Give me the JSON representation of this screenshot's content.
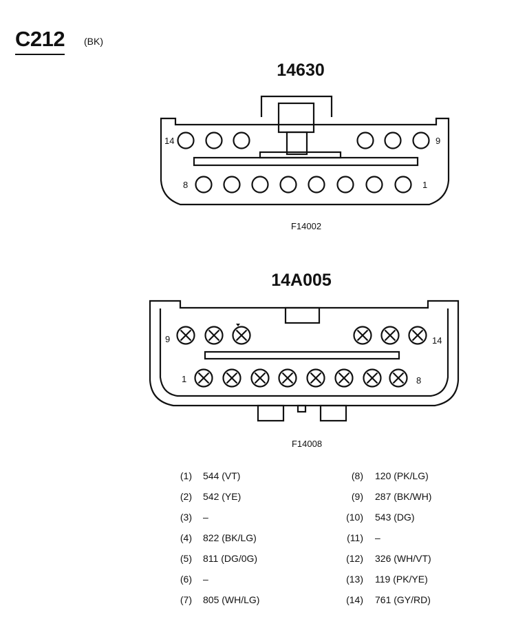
{
  "header": {
    "connector_id": "C212",
    "color_code": "(BK)"
  },
  "connector_top": {
    "title": "14630",
    "figure_id": "F14002",
    "pin_labels": {
      "top_left": "14",
      "top_right": "9",
      "bottom_left": "8",
      "bottom_right": "1"
    }
  },
  "connector_bottom": {
    "title": "14A005",
    "figure_id": "F14008",
    "pin_labels": {
      "top_left": "9",
      "top_right": "14",
      "bottom_left": "1",
      "bottom_right": "8"
    }
  },
  "pinout": {
    "left": [
      {
        "pin": "(1)",
        "wire": "544 (VT)"
      },
      {
        "pin": "(2)",
        "wire": "542 (YE)"
      },
      {
        "pin": "(3)",
        "wire": "–"
      },
      {
        "pin": "(4)",
        "wire": "822 (BK/LG)"
      },
      {
        "pin": "(5)",
        "wire": "811 (DG/0G)"
      },
      {
        "pin": "(6)",
        "wire": "–"
      },
      {
        "pin": "(7)",
        "wire": "805 (WH/LG)"
      }
    ],
    "right": [
      {
        "pin": "(8)",
        "wire": "120 (PK/LG)"
      },
      {
        "pin": "(9)",
        "wire": "287 (BK/WH)"
      },
      {
        "pin": "(10)",
        "wire": "543 (DG)"
      },
      {
        "pin": "(11)",
        "wire": "–"
      },
      {
        "pin": "(12)",
        "wire": "326 (WH/VT)"
      },
      {
        "pin": "(13)",
        "wire": "119 (PK/YE)"
      },
      {
        "pin": "(14)",
        "wire": "761 (GY/RD)"
      }
    ]
  }
}
